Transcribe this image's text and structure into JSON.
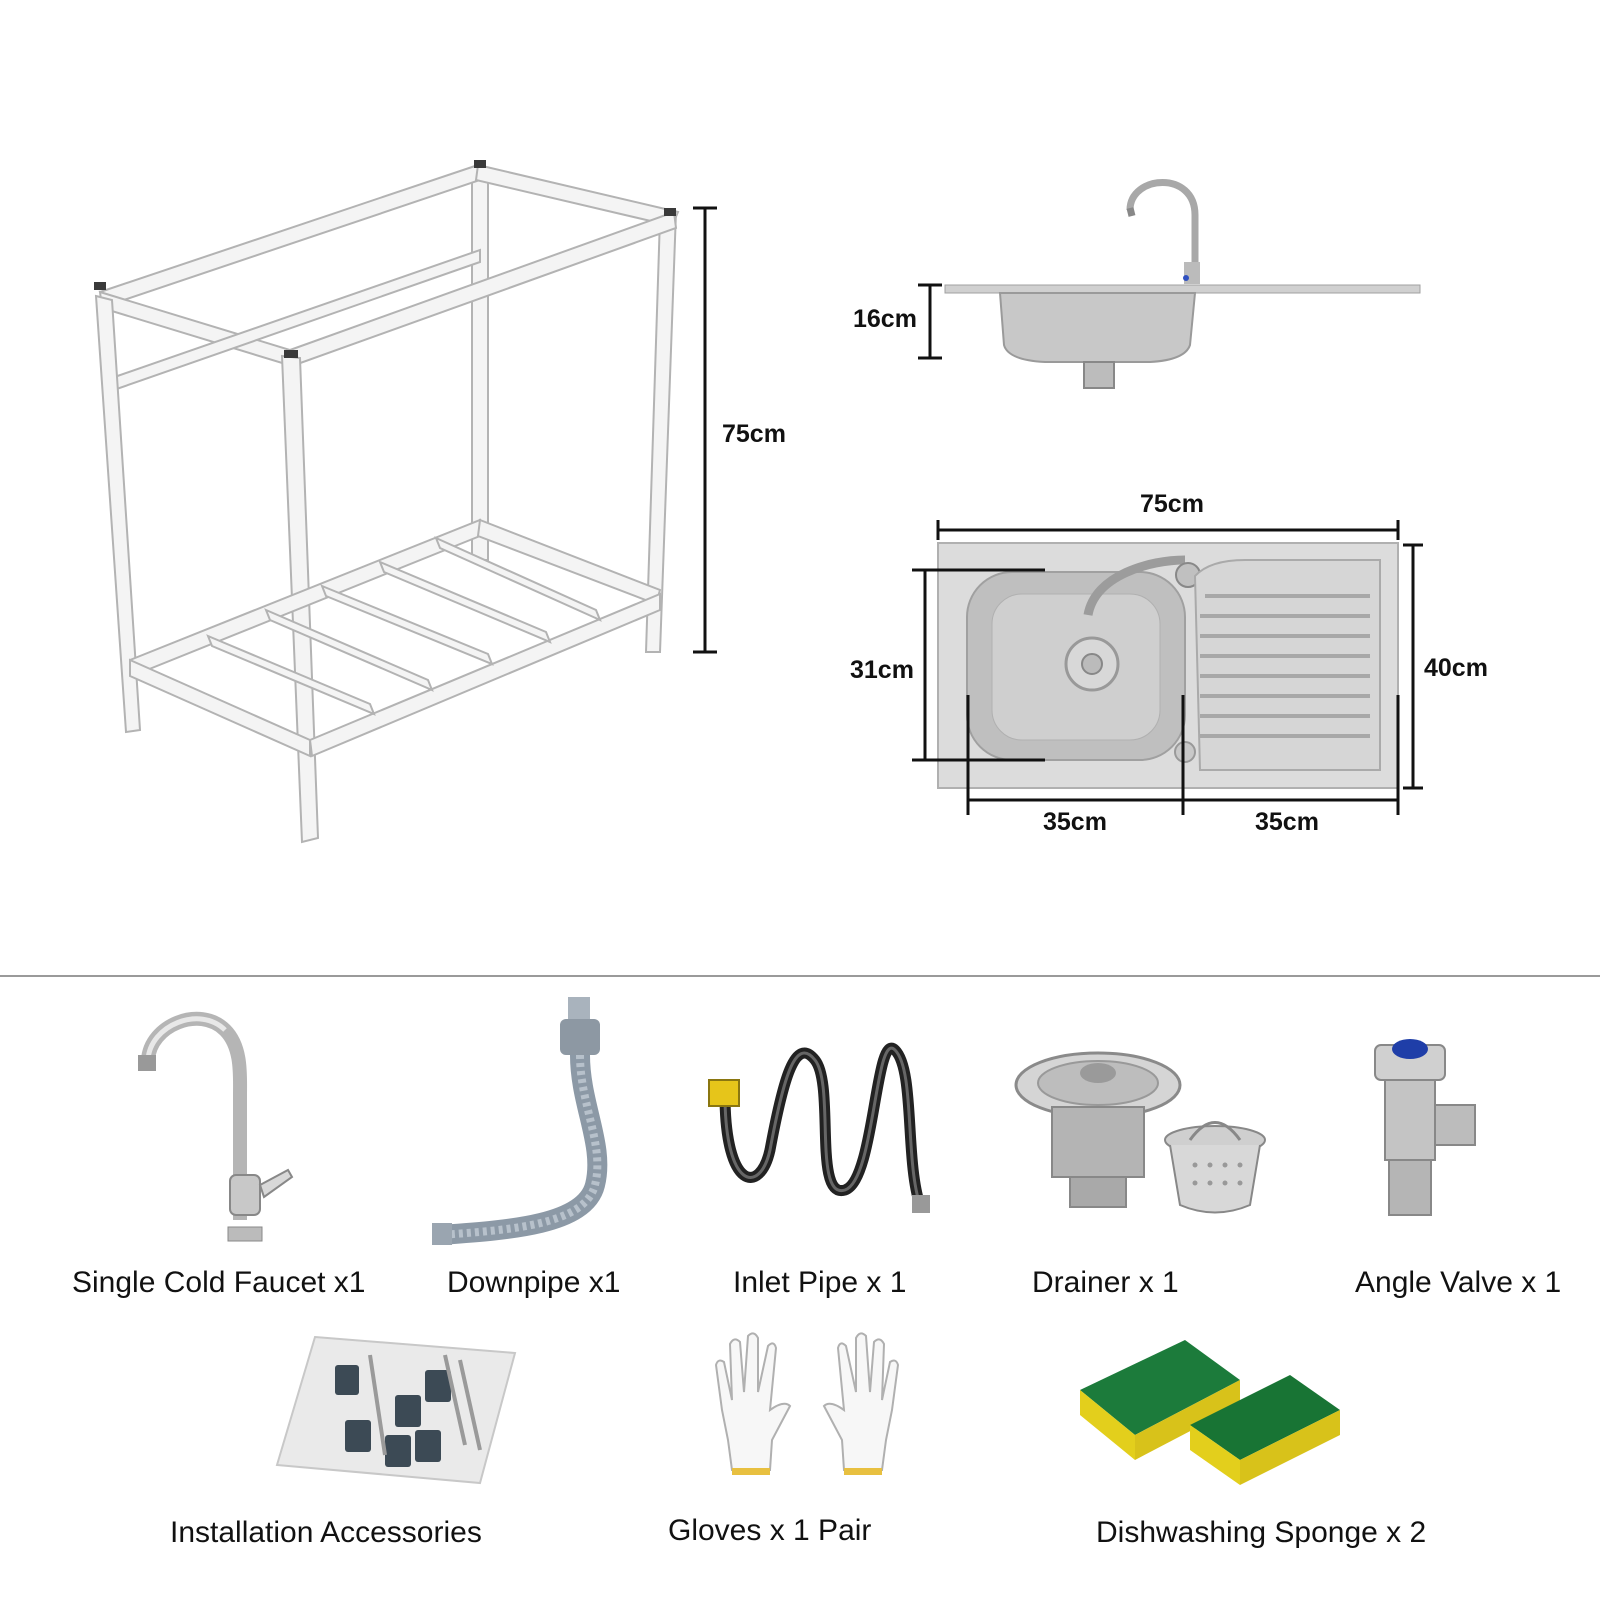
{
  "dimensions": {
    "frame_height": "75cm",
    "sink_depth": "16cm",
    "sink_width": "75cm",
    "basin_depth": "31cm",
    "sink_length": "40cm",
    "basin_half_left": "35cm",
    "basin_half_right": "35cm"
  },
  "accessories": [
    {
      "label": "Single Cold Faucet x1",
      "icon": "faucet-icon"
    },
    {
      "label": "Downpipe x1",
      "icon": "downpipe-icon"
    },
    {
      "label": "Inlet Pipe x 1",
      "icon": "inlet-pipe-icon"
    },
    {
      "label": "Drainer x 1",
      "icon": "drainer-icon"
    },
    {
      "label": "Angle Valve x 1",
      "icon": "angle-valve-icon"
    },
    {
      "label": "Installation Accessories",
      "icon": "hardware-bag-icon"
    },
    {
      "label": "Gloves x 1 Pair",
      "icon": "gloves-icon"
    },
    {
      "label": "Dishwashing Sponge x 2",
      "icon": "sponge-icon"
    }
  ],
  "colors": {
    "frame": "#f2f2f2",
    "frame_edge": "#b8b8b8",
    "steel": "#c9c9c9",
    "sponge_green": "#1a7a3a",
    "sponge_yellow": "#e8d21a"
  }
}
